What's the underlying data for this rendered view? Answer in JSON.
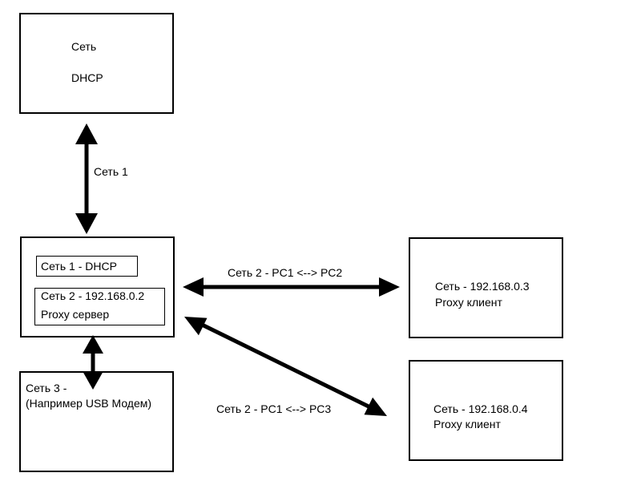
{
  "dhcp_box": {
    "line1": "Сеть",
    "line2": "DHCP"
  },
  "proxy_server_box": {
    "net1_label": "Сеть 1 - DHCP",
    "net2_line1": "Сеть 2 - 192.168.0.2",
    "net2_line2": "Proxy сервер"
  },
  "modem_box": {
    "line1": "Сеть 3 -",
    "line2": "(Например USB Модем)"
  },
  "client1_box": {
    "line1": "Сеть - 192.168.0.3",
    "line2": "Proxy клиент"
  },
  "client2_box": {
    "line1": "Сеть - 192.168.0.4",
    "line2": "Proxy клиент"
  },
  "links": {
    "net1": "Сеть 1",
    "pc1_pc2": "Сеть 2 - PC1 <--> PC2",
    "pc1_pc3": "Сеть 2 - PC1 <--> PC3"
  },
  "colors": {
    "stroke": "#000000",
    "background": "#ffffff"
  }
}
